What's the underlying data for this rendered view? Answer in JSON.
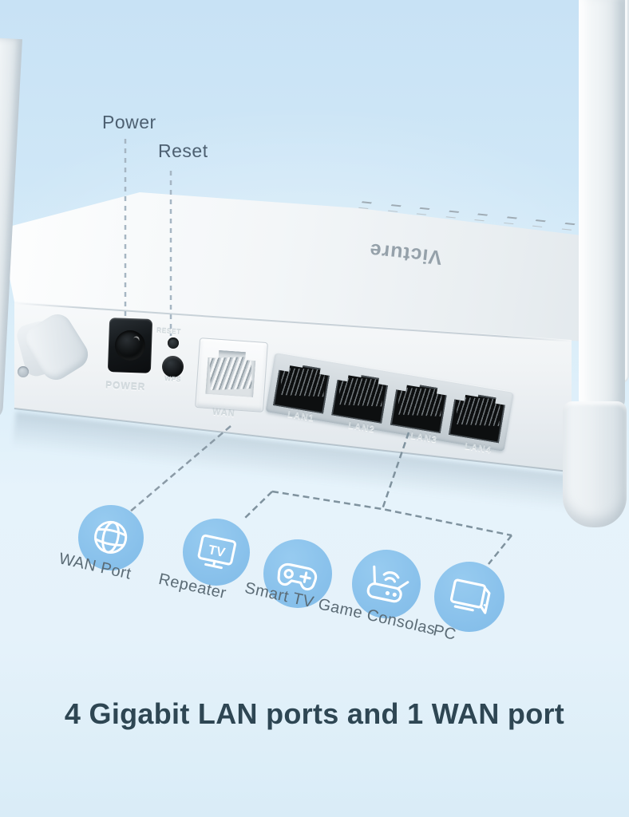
{
  "headline": "4 Gigabit LAN ports and 1 WAN port",
  "brand_logo": "Victure",
  "callouts": {
    "power": "Power",
    "reset": "Reset"
  },
  "panel": {
    "power_label": "POWER",
    "reset_label": "RESET",
    "wps_label": "WPS",
    "wan_label": "WAN",
    "lan_labels": [
      "LAN1",
      "LAN2",
      "LAN3",
      "LAN4"
    ]
  },
  "features": {
    "labels": [
      "WAN Port",
      "Repeater",
      "Smart TV Game Consolas",
      "PC"
    ],
    "icons": [
      "globe-icon",
      "tv-icon",
      "gamepad-icon",
      "router-icon",
      "monitor-icon"
    ],
    "tv_icon_text": "TV"
  },
  "colors": {
    "background_top": "#c8e2f5",
    "background_bottom": "#d9ecf7",
    "icon_circle_blue": "#8cc3eb",
    "headline_text": "#2e4653",
    "callout_text": "#4d6071",
    "feature_label_text": "#5b6b75",
    "leader_line": "#a6b6c3",
    "bracket_line": "#7f929e",
    "router_body": "#f0f3f5"
  }
}
